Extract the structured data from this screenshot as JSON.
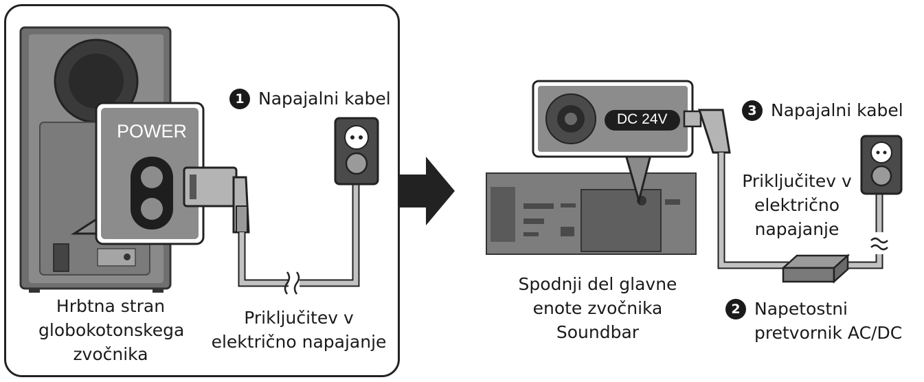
{
  "left_panel": {
    "power_label": "POWER",
    "step1_number": "1",
    "step1_label": "Napajalni kabel",
    "outlet_label_line1": "Priključitev v",
    "outlet_label_line2": "električno napajanje",
    "subwoofer_label_line1": "Hrbtna stran",
    "subwoofer_label_line2": "globokotonskega",
    "subwoofer_label_line3": "zvočnika"
  },
  "right_panel": {
    "dc_label": "DC 24V",
    "step3_number": "3",
    "step3_label": "Napajalni kabel",
    "outlet_label_line1": "Priključitev v",
    "outlet_label_line2": "električno",
    "outlet_label_line3": "napajanje",
    "soundbar_label_line1": "Spodnji del glavne",
    "soundbar_label_line2": "enote zvočnika",
    "soundbar_label_line3": "Soundbar",
    "step2_number": "2",
    "step2_label_line1": "Napetostni",
    "step2_label_line2": "pretvornik AC/DC"
  }
}
